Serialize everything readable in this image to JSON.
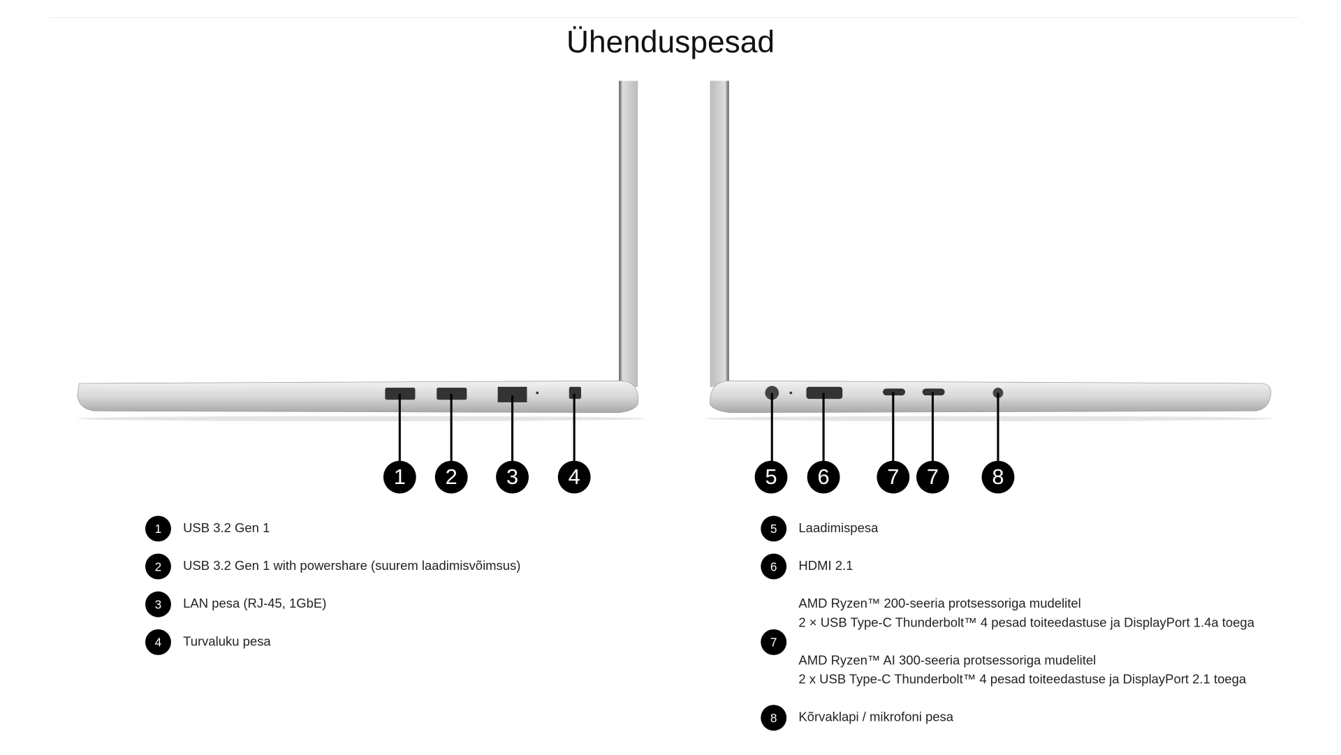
{
  "title": "Ühenduspesad",
  "callouts": [
    "1",
    "2",
    "3",
    "4",
    "5",
    "6",
    "7",
    "7",
    "8"
  ],
  "legend_left": [
    {
      "num": "1",
      "text": "USB 3.2 Gen 1"
    },
    {
      "num": "2",
      "text": "USB 3.2 Gen 1 with powershare (suurem laadimisvõimsus)"
    },
    {
      "num": "3",
      "text": "LAN pesa (RJ-45, 1GbE)"
    },
    {
      "num": "4",
      "text": "Turvaluku pesa"
    }
  ],
  "legend_right": [
    {
      "num": "5",
      "text": "Laadimispesa"
    },
    {
      "num": "6",
      "text": "HDMI 2.1"
    },
    {
      "num": "7",
      "lines": [
        "AMD Ryzen™ 200-seeria protsessoriga mudelitel",
        "2 × USB Type-C Thunderbolt™ 4 pesad toiteedastuse ja DisplayPort 1.4a toega",
        "AMD Ryzen™ AI 300-seeria protsessoriga mudelitel",
        "2 x USB Type-C Thunderbolt™ 4 pesad toiteedastuse ja DisplayPort 2.1 toega"
      ]
    },
    {
      "num": "8",
      "text": "Kõrvaklapi / mikrofoni pesa"
    }
  ]
}
